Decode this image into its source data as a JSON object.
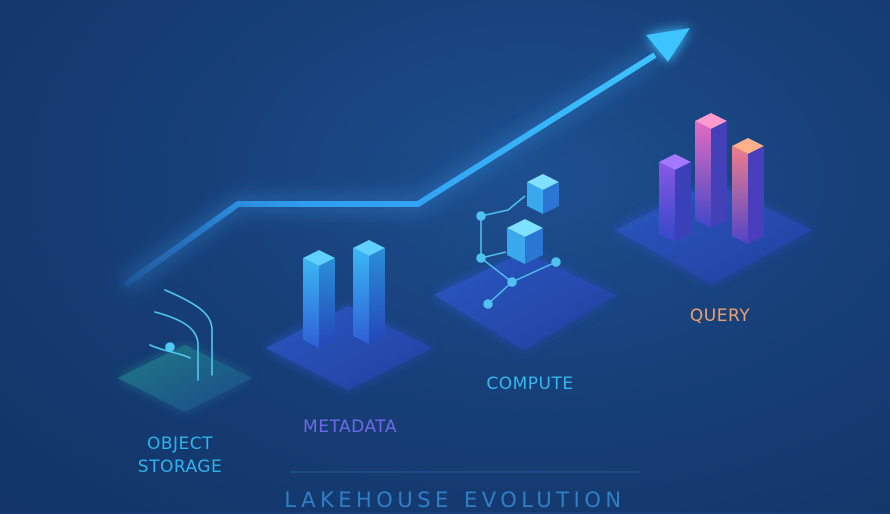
{
  "diagram": {
    "title": "LAKEHOUSE EVOLUTION",
    "stages": [
      {
        "id": "storage",
        "lines": [
          "OBJECT",
          "STORAGE"
        ],
        "color": "#2fb3ec"
      },
      {
        "id": "metadata",
        "lines": [
          "METADATA"
        ],
        "color": "#6f69ea"
      },
      {
        "id": "compute",
        "lines": [
          "COMPUTE"
        ],
        "color": "#36b6ee"
      },
      {
        "id": "query",
        "lines": [
          "QUERY"
        ],
        "color": "#f0a070"
      }
    ]
  },
  "colors": {
    "title": "#2f7fc7",
    "arrow": "#35b8ff",
    "storage_plate": "#1d6a80",
    "plate": "#2746a8",
    "bar_cyan": "#2fa9ea",
    "bar_violet": "#7a56e2",
    "bar_pink": "#e878b4",
    "node": "#4fc2f2"
  }
}
